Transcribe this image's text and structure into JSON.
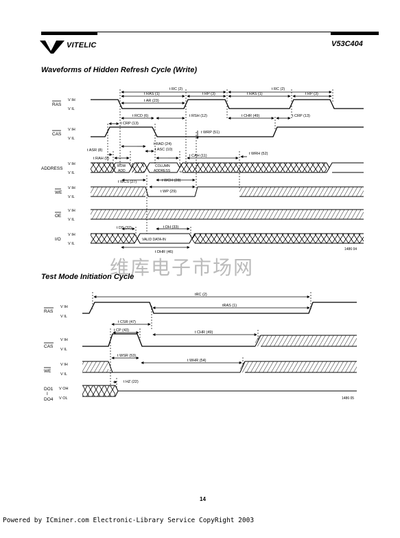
{
  "header": {
    "brand": "VITELIC",
    "part_number": "V53C404"
  },
  "section1": {
    "title": "Waveforms of Hidden Refresh Cycle (Write)",
    "signals": [
      "RAS",
      "CAS",
      "ADDRESS",
      "WE",
      "OE",
      "I/O"
    ],
    "levels": [
      "V IH",
      "V IL"
    ],
    "params": {
      "trc": "t RC (2)",
      "trc2": "t RC (2)",
      "tras": "t RAS (1)",
      "tras2": "t RAS (1)",
      "tar": "t AR (23)",
      "trp": "t RP (3)",
      "trp2": "t RP (3)",
      "trcd": "t RCD (6)",
      "tcrp": "t CRP (13)",
      "trsh": "t RSH (12)",
      "tchr": "t CHR (49)",
      "tcrp2": "t CRP (13)",
      "twrp": "t WRP (51)",
      "trad": "t RAD (24)",
      "tasc": "t ASC (10)",
      "tasr": "t ASR (8)",
      "trah": "t RAH (9)",
      "tcah": "t CAH (11)",
      "twrh": "t WRH (52)",
      "row": "ROW",
      "add": "ADD",
      "col1": "COLUMN",
      "col2": "ADDRESS",
      "twcs": "t WCS (27)",
      "twch": "t WCH (28)",
      "twp": "t WP (29)",
      "tds": "t DS (32)",
      "tdh": "t DH (33)",
      "valid": "VALID DATA-IN",
      "tdhr": "t DHR (46)",
      "fig": "1486 04"
    }
  },
  "watermark": "维库电子市场网",
  "section2": {
    "title": "Test Mode Initiation Cycle",
    "signals": {
      "ras": "RAS",
      "cas": "CAS",
      "we": "WE",
      "do1": "DO1",
      "dash": "I",
      "do4": "DO4"
    },
    "levels": {
      "vih": "V IH",
      "vil": "V IL",
      "voh": "V OH",
      "vol": "V OL"
    },
    "params": {
      "trc": "tRC (2)",
      "tras": "tRAS (1)",
      "tcsr": "t CSR (47)",
      "tcp": "t CP (43)",
      "tchr": "t CHR (49)",
      "twsr": "t WSR (53)",
      "twhr": "t WHR (54)",
      "thz": "t HZ (22)",
      "fig": "1486 05"
    }
  },
  "page_number": "14",
  "footer": "Powered by ICminer.com Electronic-Library Service CopyRight 2003"
}
